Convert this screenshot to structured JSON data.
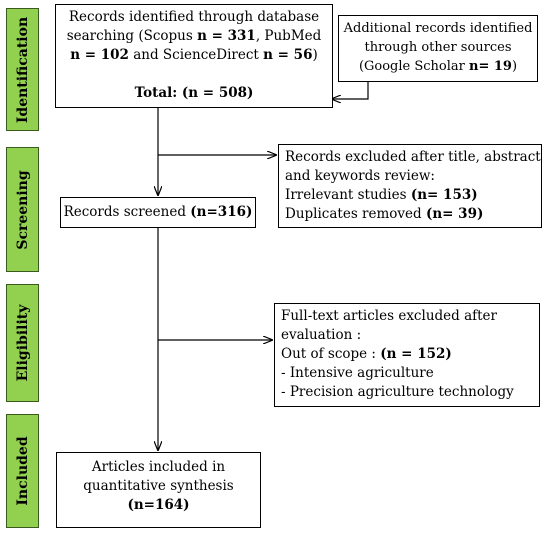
{
  "phases": [
    "Identification",
    "Screening",
    "Eligibility",
    "Included"
  ],
  "boxes": {
    "identified": {
      "lines": [
        [
          {
            "t": "Records identified through database",
            "b": false
          }
        ],
        [
          {
            "t": "searching (Scopus ",
            "b": false
          },
          {
            "t": "n = 331",
            "b": true
          },
          {
            "t": ", PubMed",
            "b": false
          }
        ],
        [
          {
            "t": "n = 102",
            "b": true
          },
          {
            "t": " and ScienceDirect ",
            "b": false
          },
          {
            "t": "n = 56",
            "b": true
          },
          {
            "t": ")",
            "b": false
          }
        ],
        [
          {
            "t": "",
            "b": false
          }
        ],
        [
          {
            "t": "Total: (n = 508)",
            "b": true
          }
        ]
      ]
    },
    "additional": {
      "lines": [
        [
          {
            "t": "Additional records identified",
            "b": false
          }
        ],
        [
          {
            "t": "through other sources",
            "b": false
          }
        ],
        [
          {
            "t": "(Google Scholar ",
            "b": false
          },
          {
            "t": "n= 19",
            "b": true
          },
          {
            "t": ")",
            "b": false
          }
        ]
      ]
    },
    "excluded_screening": {
      "lines": [
        [
          {
            "t": "Records excluded after title, abstract",
            "b": false
          }
        ],
        [
          {
            "t": "and keywords review:",
            "b": false
          }
        ],
        [
          {
            "t": "Irrelevant studies ",
            "b": false
          },
          {
            "t": "(n= 153)",
            "b": true
          }
        ],
        [
          {
            "t": "Duplicates removed ",
            "b": false
          },
          {
            "t": "(n= 39)",
            "b": true
          }
        ]
      ]
    },
    "screened": {
      "lines": [
        [
          {
            "t": "Records screened ",
            "b": false
          },
          {
            "t": "(n=316)",
            "b": true
          }
        ]
      ]
    },
    "excluded_fulltext": {
      "lines": [
        [
          {
            "t": "Full-text articles excluded after",
            "b": false
          }
        ],
        [
          {
            "t": "evaluation :",
            "b": false
          }
        ],
        [
          {
            "t": "Out of scope : ",
            "b": false
          },
          {
            "t": "(n = 152)",
            "b": true
          }
        ],
        [
          {
            "t": "- Intensive agriculture",
            "b": false
          }
        ],
        [
          {
            "t": "- Precision agriculture technology",
            "b": false
          }
        ]
      ]
    },
    "included": {
      "lines": [
        [
          {
            "t": "Articles included in",
            "b": false
          }
        ],
        [
          {
            "t": "quantitative synthesis",
            "b": false
          }
        ],
        [
          {
            "t": "(n=164)",
            "b": true
          }
        ]
      ]
    }
  },
  "colors": {
    "phase_fill": "#92d050",
    "line": "#000000"
  }
}
